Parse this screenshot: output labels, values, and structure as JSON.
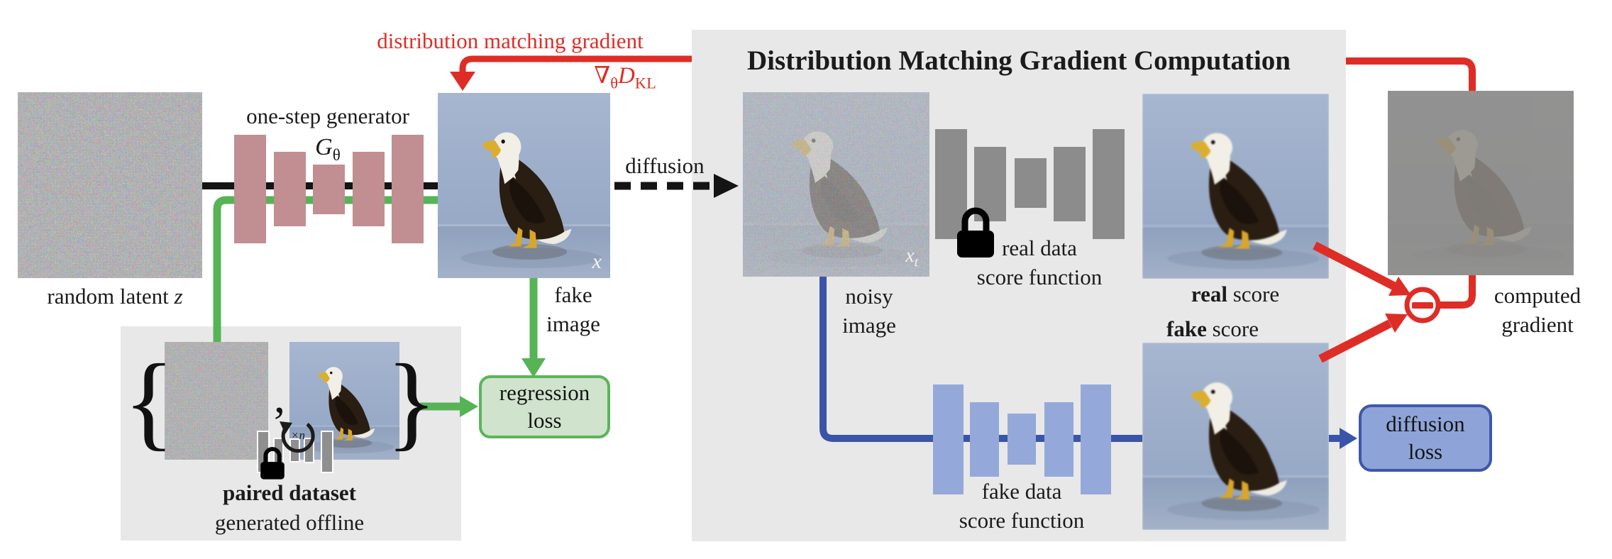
{
  "palette": {
    "red": "#de2d26",
    "green": "#56b356",
    "green_box_fill": "#cfe3cd",
    "blue_line": "#3a55a8",
    "blue_box_fill": "#8ea4d9",
    "blue_block": "#94a9d9",
    "pink_block": "#c18e92",
    "gray_block": "#8c8c8c",
    "panel_gray": "#e8e8e8",
    "black": "#141414"
  },
  "latent": {
    "label": "random latent",
    "var": "z"
  },
  "generator": {
    "title": "one-step generator",
    "symbol": "G",
    "symbol_sub": "θ"
  },
  "fake_image": {
    "line1": "fake",
    "line2": "image",
    "var": "x"
  },
  "red_flow": {
    "title": "distribution matching gradient",
    "nabla": "∇",
    "nabla_sub": "θ",
    "d": "D",
    "d_sub": "KL"
  },
  "diffusion": {
    "label": "diffusion"
  },
  "gray_panel": {
    "title": "Distribution Matching Gradient Computation"
  },
  "noisy": {
    "line1": "noisy",
    "line2": "image",
    "var": "x",
    "var_sub": "t"
  },
  "real_unet": {
    "line1": "real data",
    "line2": "score function"
  },
  "fake_unet": {
    "line1": "fake data",
    "line2": "score function"
  },
  "scores": {
    "real_bold": "real",
    "real_rest": " score",
    "fake_bold": "fake",
    "fake_rest": " score"
  },
  "computed": {
    "line1": "computed",
    "line2": "gradient"
  },
  "ops": {
    "minus": "−"
  },
  "diffusion_loss": {
    "line1": "diffusion",
    "line2": "loss"
  },
  "regression_loss": {
    "line1": "regression",
    "line2": "loss"
  },
  "paired": {
    "brace_left": "{",
    "comma": ",",
    "brace_right": "}",
    "times_n": "×n",
    "title": "paired dataset",
    "subtitle": "generated offline"
  }
}
